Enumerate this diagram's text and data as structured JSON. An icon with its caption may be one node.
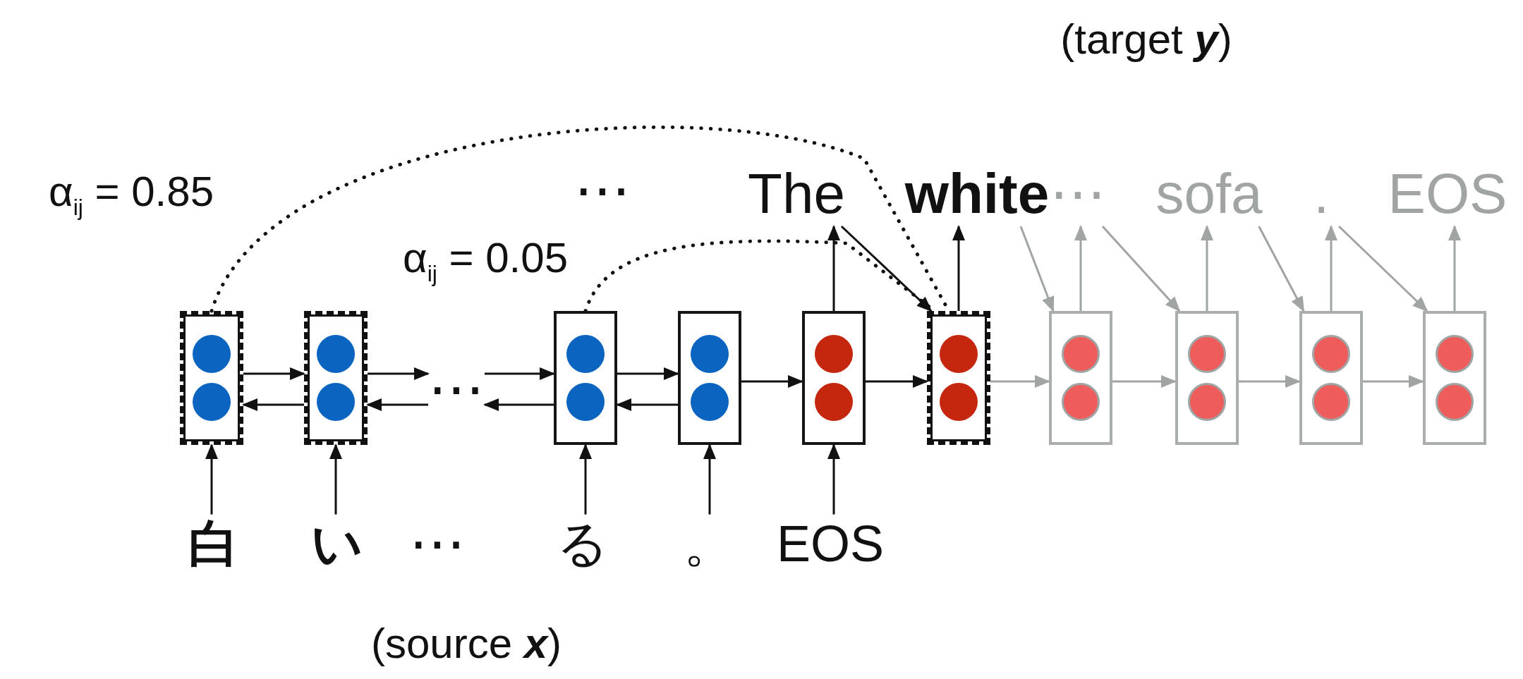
{
  "diagram": {
    "nodes": [
      {
        "text": [
          "The"
        ]
      },
      {
        "text": [
          "white"
        ]
      },
      {
        "text": [
          "⋯"
        ]
      },
      {
        "text": [
          "sofa"
        ]
      },
      {
        "text": [
          "."
        ]
      },
      {
        "text": [
          "EOS"
        ]
      },
      {
        "text": [],
        "shape": "box"
      },
      {
        "text": [],
        "shape": "box"
      },
      {
        "text": [],
        "shape": "box"
      },
      {
        "text": [],
        "shape": "box"
      },
      {
        "text": [],
        "shape": "box"
      },
      {
        "text": [],
        "shape": "box"
      },
      {
        "text": [],
        "shape": "box"
      },
      {
        "text": [],
        "shape": "box"
      },
      {
        "text": [],
        "shape": "box"
      },
      {
        "text": [],
        "shape": "box"
      },
      {
        "text": [
          "⋯"
        ]
      },
      {
        "text": [
          "白"
        ]
      },
      {
        "text": [
          "い"
        ]
      },
      {
        "text": [
          "る"
        ]
      },
      {
        "text": [
          "。"
        ]
      },
      {
        "text": [
          "EOS"
        ]
      }
    ],
    "edges": [
      {
        "from": 17,
        "to": 6,
        "arrow": "to"
      },
      {
        "from": 18,
        "to": 7,
        "arrow": "to"
      },
      {
        "from": 19,
        "to": 8,
        "arrow": "to"
      },
      {
        "from": 20,
        "to": 9,
        "arrow": "to"
      },
      {
        "from": 21,
        "to": 10,
        "arrow": "to"
      },
      {
        "from": 6,
        "to": 7,
        "arrow": "to"
      },
      {
        "from": 7,
        "to": 6,
        "arrow": "to"
      },
      {
        "from": 7,
        "to": 16,
        "arrow": "to"
      },
      {
        "from": 16,
        "to": 7,
        "arrow": "to"
      },
      {
        "from": 16,
        "to": 8,
        "arrow": "to"
      },
      {
        "from": 8,
        "to": 16,
        "arrow": "to"
      },
      {
        "from": 8,
        "to": 9,
        "arrow": "to"
      },
      {
        "from": 9,
        "to": 8,
        "arrow": "to"
      },
      {
        "from": 9,
        "to": 10,
        "arrow": "to"
      },
      {
        "from": 10,
        "to": 11,
        "arrow": "to"
      },
      {
        "from": 10,
        "to": 0,
        "arrow": "to"
      },
      {
        "from": 11,
        "to": 1,
        "arrow": "to"
      },
      {
        "from": 0,
        "to": 11,
        "arrow": "to"
      },
      {
        "from": 6,
        "to": 11,
        "arrow": "none",
        "style": "dashed",
        "label": "α$_{ij}$ = 0.85"
      },
      {
        "from": 8,
        "to": 11,
        "arrow": "none",
        "style": "dashed",
        "label": "α$_{ij}$ = 0.05"
      },
      {
        "from": 11,
        "to": 12,
        "arrow": "to",
        "color": "#a0a5a3"
      },
      {
        "from": 12,
        "to": 13,
        "arrow": "to",
        "color": "#a0a5a3"
      },
      {
        "from": 13,
        "to": 14,
        "arrow": "to",
        "color": "#a0a5a3"
      },
      {
        "from": 14,
        "to": 15,
        "arrow": "to",
        "color": "#a0a5a3"
      },
      {
        "from": 1,
        "to": 12,
        "arrow": "to",
        "color": "#a0a5a3"
      },
      {
        "from": 2,
        "to": 13,
        "arrow": "to",
        "color": "#a0a5a3"
      },
      {
        "from": 3,
        "to": 14,
        "arrow": "to",
        "color": "#a0a5a3"
      },
      {
        "from": 4,
        "to": 15,
        "arrow": "to",
        "color": "#a0a5a3"
      },
      {
        "from": 12,
        "to": 2,
        "arrow": "to",
        "color": "#a0a5a3"
      },
      {
        "from": 13,
        "to": 3,
        "arrow": "to",
        "color": "#a0a5a3"
      },
      {
        "from": 14,
        "to": 4,
        "arrow": "to",
        "color": "#a0a5a3"
      },
      {
        "from": 15,
        "to": 5,
        "arrow": "to",
        "color": "#a0a5a3"
      }
    ],
    "labels": [
      "(target **y**)",
      "⋯",
      "⋯",
      "(source **x**)"
    ]
  }
}
